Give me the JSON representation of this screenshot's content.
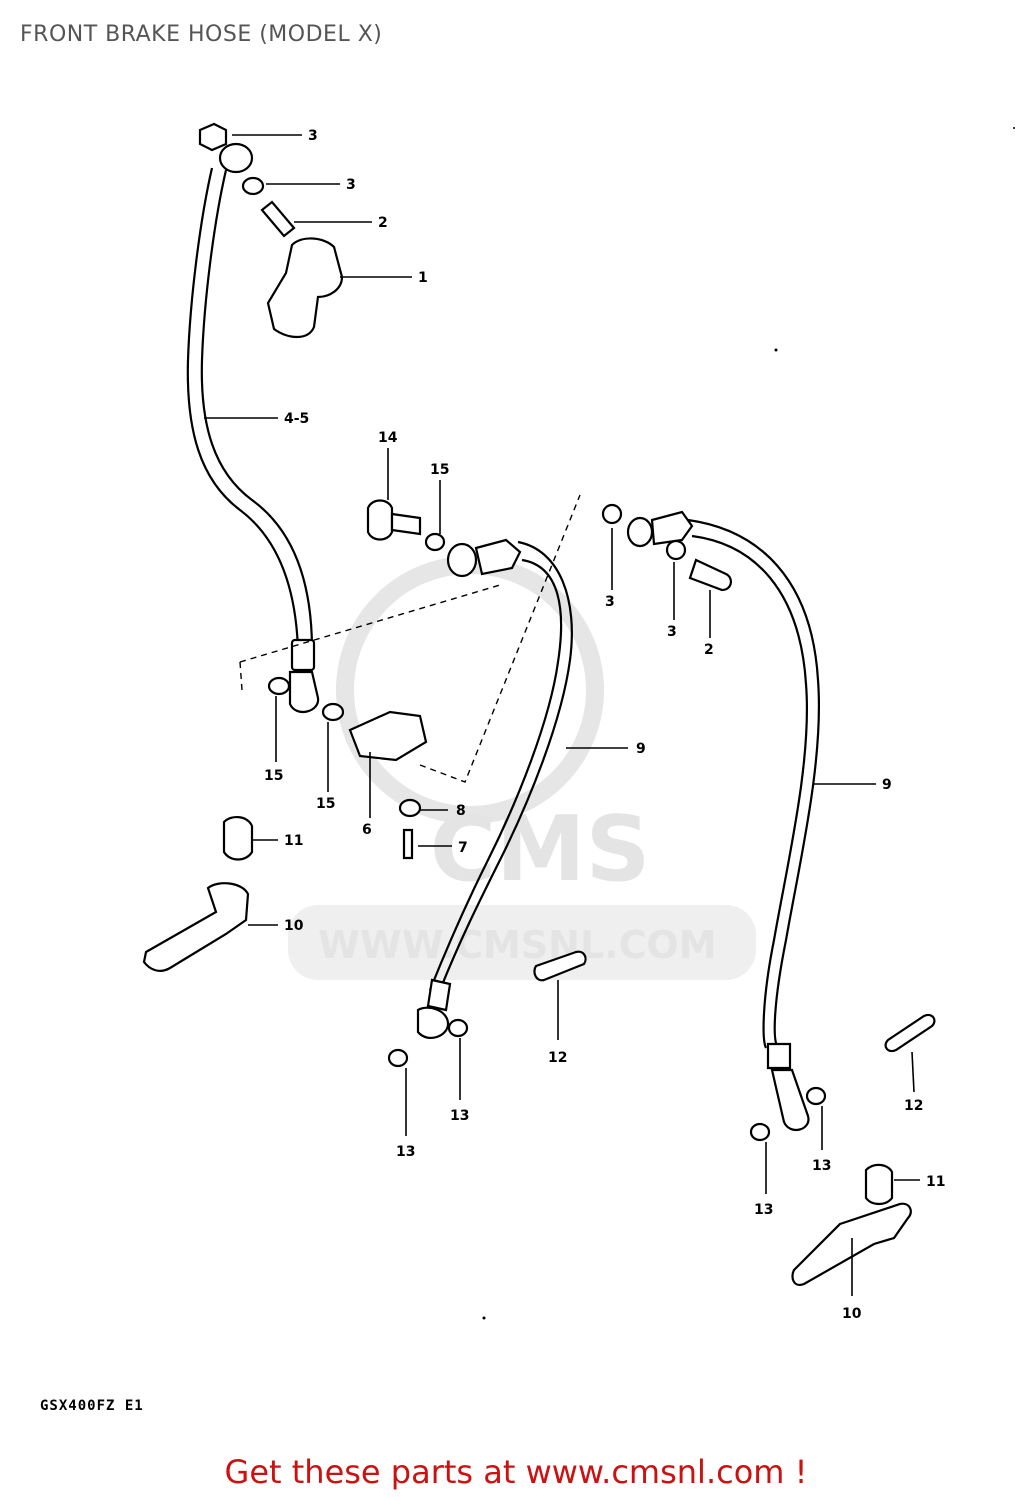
{
  "title": "FRONT BRAKE HOSE (MODEL X)",
  "model_code": "GSX400FZ E1",
  "footer": "Get these parts at www.cmsnl.com !",
  "watermark": {
    "logo_text": "CMS",
    "url_text": "WWW.CMSNL.COM"
  },
  "callouts": {
    "c1": "1",
    "c2a": "2",
    "c2b": "2",
    "c3a": "3",
    "c3b": "3",
    "c3c": "3",
    "c3d": "3",
    "c45": "4-5",
    "c6": "6",
    "c7": "7",
    "c8": "8",
    "c9a": "9",
    "c9b": "9",
    "c10a": "10",
    "c10b": "10",
    "c11a": "11",
    "c11b": "11",
    "c12a": "12",
    "c12b": "12",
    "c13a": "13",
    "c13b": "13",
    "c13c": "13",
    "c13d": "13",
    "c14": "14",
    "c15a": "15",
    "c15b": "15",
    "c15c": "15"
  },
  "colors": {
    "footer_text": "#cc1111",
    "title_text": "#555555",
    "watermark": "#e4e4e4"
  }
}
